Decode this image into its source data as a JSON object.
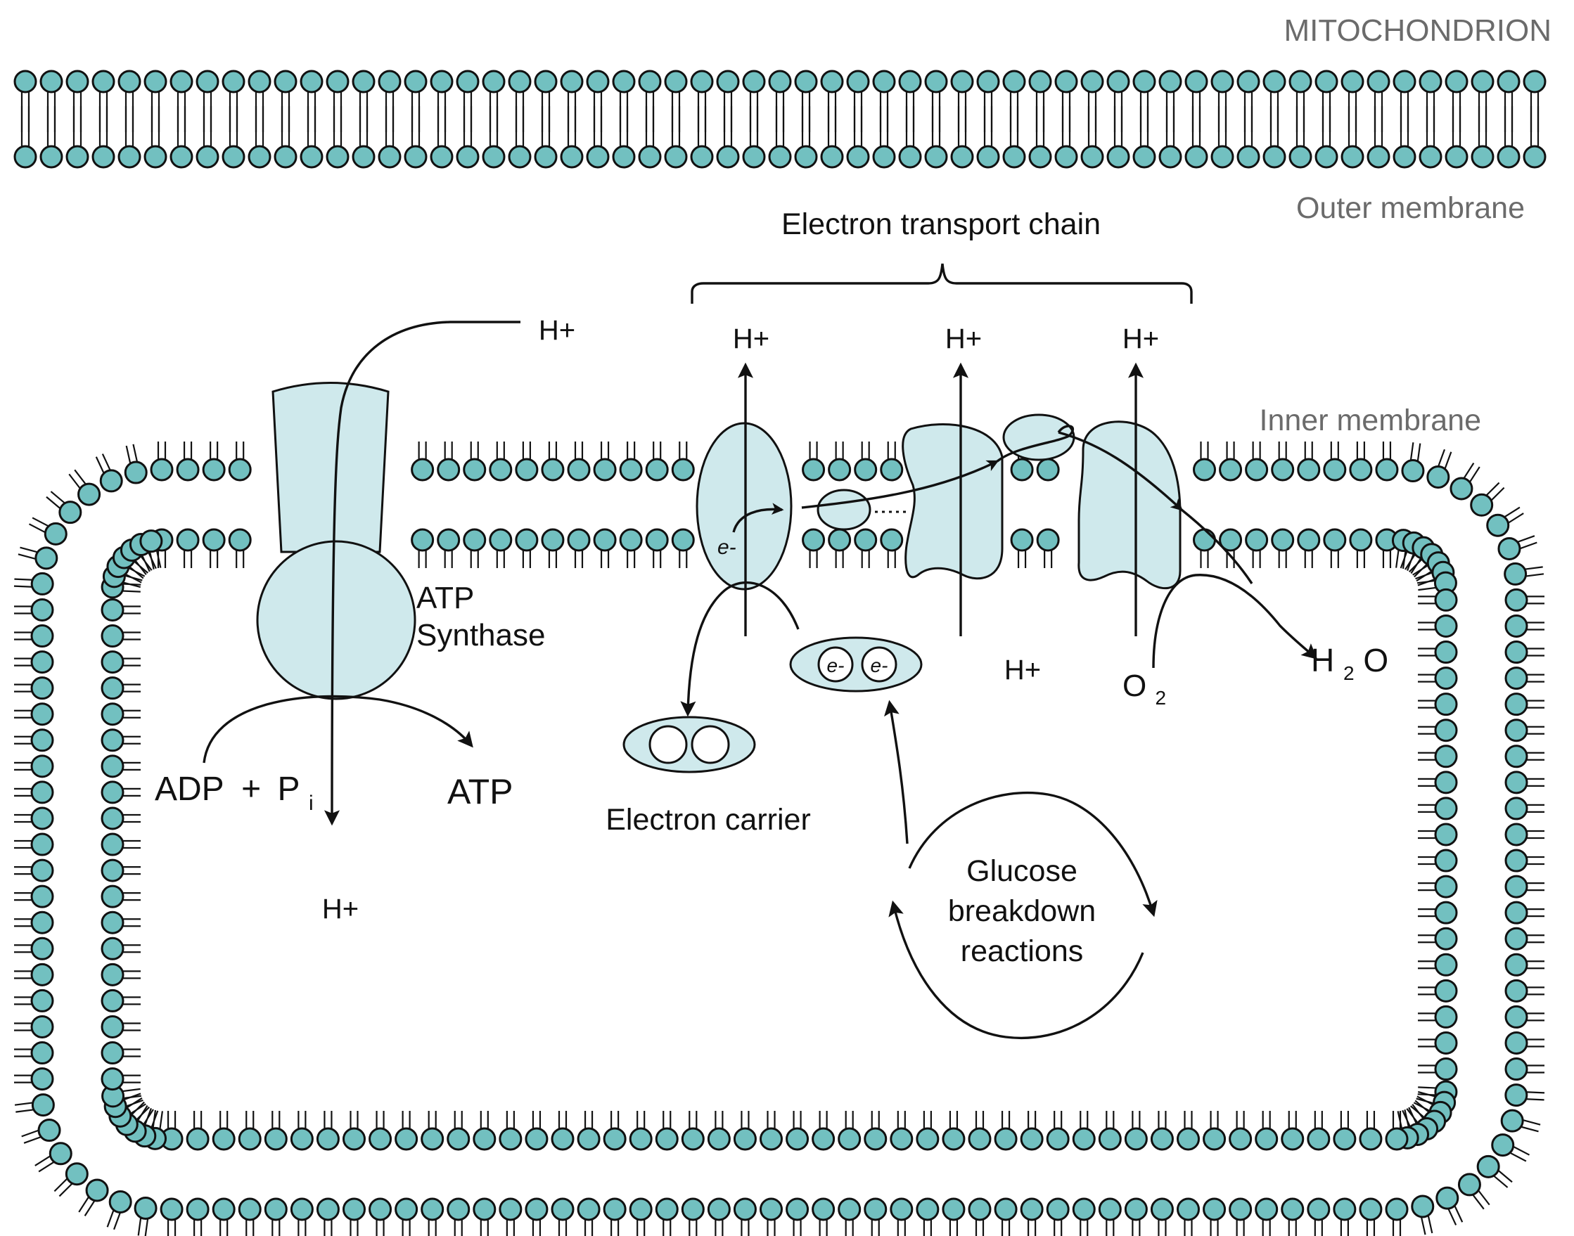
{
  "labels": {
    "mitochondrion": "MITOCHONDRION",
    "outer_membrane": "Outer membrane",
    "inner_membrane": "Inner membrane",
    "etc": "Electron transport chain",
    "h_plus": "H+",
    "atp_synthase_1": "ATP",
    "atp_synthase_2": "Synthase",
    "adp": "ADP",
    "plus": "+",
    "p": "P",
    "p_sub": "i",
    "atp": "ATP",
    "electron": "e-",
    "electron_carrier": "Electron carrier",
    "o": "O",
    "o_sub": "2",
    "h": "H",
    "h2o_sub": "2",
    "h2o_o": "O",
    "glucose_1": "Glucose",
    "glucose_2": "breakdown",
    "glucose_3": "reactions"
  },
  "colors": {
    "lipid_head": "#72c0c0",
    "protein_fill": "#cfe9ec",
    "stroke": "#111111",
    "muted_label": "#6b6b6b"
  }
}
